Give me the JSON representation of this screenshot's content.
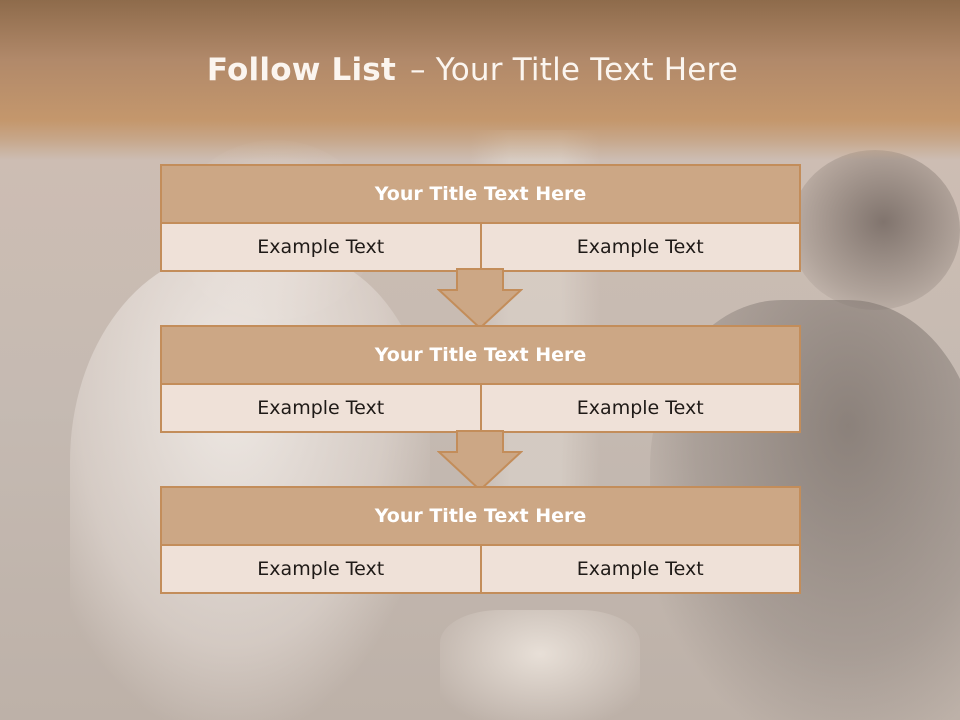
{
  "slide": {
    "title_bold": "Follow List",
    "title_dash": "–",
    "title_rest": "Your Title Text Here",
    "colors": {
      "header_band": "#b1896a",
      "box_border": "#c38d5a",
      "box_header": "#cca785",
      "box_cell": "#efe1d8",
      "title_text": "#fbf5ef"
    }
  },
  "steps": [
    {
      "title": "Your Title Text Here",
      "left": "Example Text",
      "right": "Example Text"
    },
    {
      "title": "Your Title Text Here",
      "left": "Example Text",
      "right": "Example Text"
    },
    {
      "title": "Your Title Text Here",
      "left": "Example Text",
      "right": "Example Text"
    }
  ],
  "connectors": [
    "down-arrow-icon",
    "down-arrow-icon"
  ]
}
